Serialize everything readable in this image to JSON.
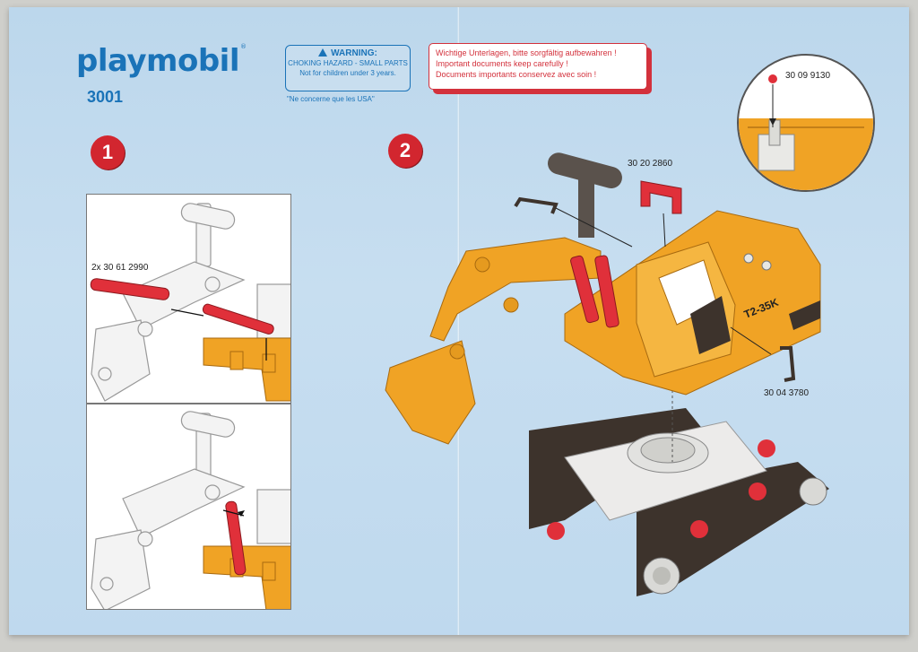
{
  "brand": {
    "logo_text": "playmobil",
    "registered_mark": "®",
    "product_number": "3001"
  },
  "warning": {
    "heading": "WARNING:",
    "line1": "CHOKING HAZARD - SMALL PARTS",
    "line2": "Not for children under 3 years.",
    "note": "\"Ne concerne que les USA\""
  },
  "documents_notice": {
    "line_de": "Wichtige Unterlagen, bitte sorgfältig aufbewahren !",
    "line_en": "Important documents keep carefully !",
    "line_fr": "Documents importants conservez avec soin !"
  },
  "steps": [
    {
      "number": "1"
    },
    {
      "number": "2"
    }
  ],
  "parts": {
    "cylinders": "2x 30 61 2990",
    "red_bracket": "30 20 2860",
    "light_pin": "30 09 9130",
    "side_handle": "30 04 3780"
  },
  "excavator": {
    "cab_label": "T2-35K"
  },
  "colors": {
    "brand_blue": "#1a73b8",
    "accent_red": "#d2262f",
    "excavator_orange": "#f0a325",
    "track_dark": "#3d332c"
  }
}
